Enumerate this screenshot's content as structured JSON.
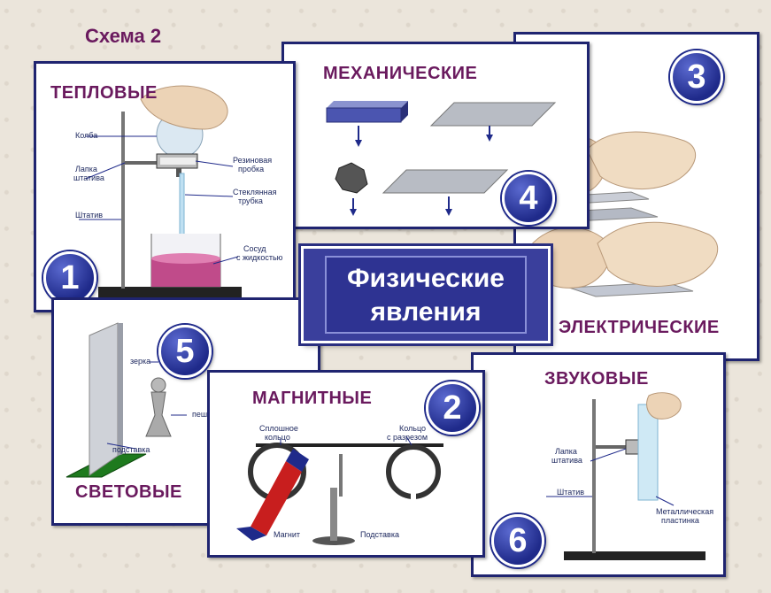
{
  "scheme_title": "Схема 2",
  "center": {
    "line1": "Физические",
    "line2": "явления"
  },
  "cards": {
    "thermal": {
      "title": "ТЕПЛОВЫЕ",
      "number": "1",
      "labels": {
        "flask": "Колба",
        "clamp1": "Лапка",
        "clamp2": "штатива",
        "stand": "Штатив",
        "stopper1": "Резиновая",
        "stopper2": "пробка",
        "tube1": "Стеклянная",
        "tube2": "трубка",
        "vessel1": "Сосуд",
        "vessel2": "с жидкостью"
      }
    },
    "mechanical": {
      "title": "МЕХАНИЧЕСКИЕ",
      "number": "4"
    },
    "electrical": {
      "title": "ЭЛЕКТРИЧЕСКИЕ",
      "number": "3"
    },
    "light": {
      "title": "СВЕТОВЫЕ",
      "number": "5",
      "labels": {
        "mirror": "зерка",
        "pawn": "пеш",
        "base": "подставка"
      }
    },
    "magnetic": {
      "title": "МАГНИТНЫЕ",
      "number": "2",
      "labels": {
        "solid1": "Сплошное",
        "solid2": "кольцо",
        "cut1": "Кольцо",
        "cut2": "с разрезом",
        "magnet": "Магнит",
        "base": "Подставка"
      }
    },
    "sound": {
      "title": "ЗВУКОВЫЕ",
      "number": "6",
      "labels": {
        "clamp1": "Лапка",
        "clamp2": "штатива",
        "stand": "Штатив",
        "plate1": "Металлическая",
        "plate2": "пластинка"
      }
    }
  },
  "colors": {
    "border": "#1f2470",
    "title": "#6a1a5e",
    "badge": "#1f2a8a",
    "center": "#2e3392"
  }
}
